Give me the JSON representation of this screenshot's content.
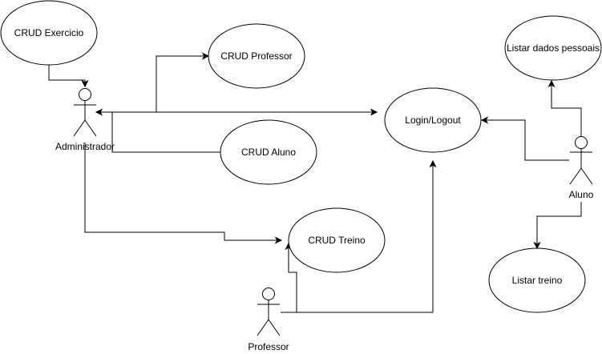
{
  "use_cases": {
    "crud_exercicio": "CRUD Exercicio",
    "crud_professor": "CRUD Professor",
    "crud_aluno": "CRUD Aluno",
    "crud_treino": "CRUD Treino",
    "login_logout": "Login/Logout",
    "listar_dados_pessoais": "Listar dados pessoais",
    "listar_treino": "Listar treino"
  },
  "actors": {
    "administrador": "Administrador",
    "professor": "Professor",
    "aluno": "Aluno"
  },
  "colors": {
    "stroke": "#000000",
    "fill": "#ffffff"
  }
}
